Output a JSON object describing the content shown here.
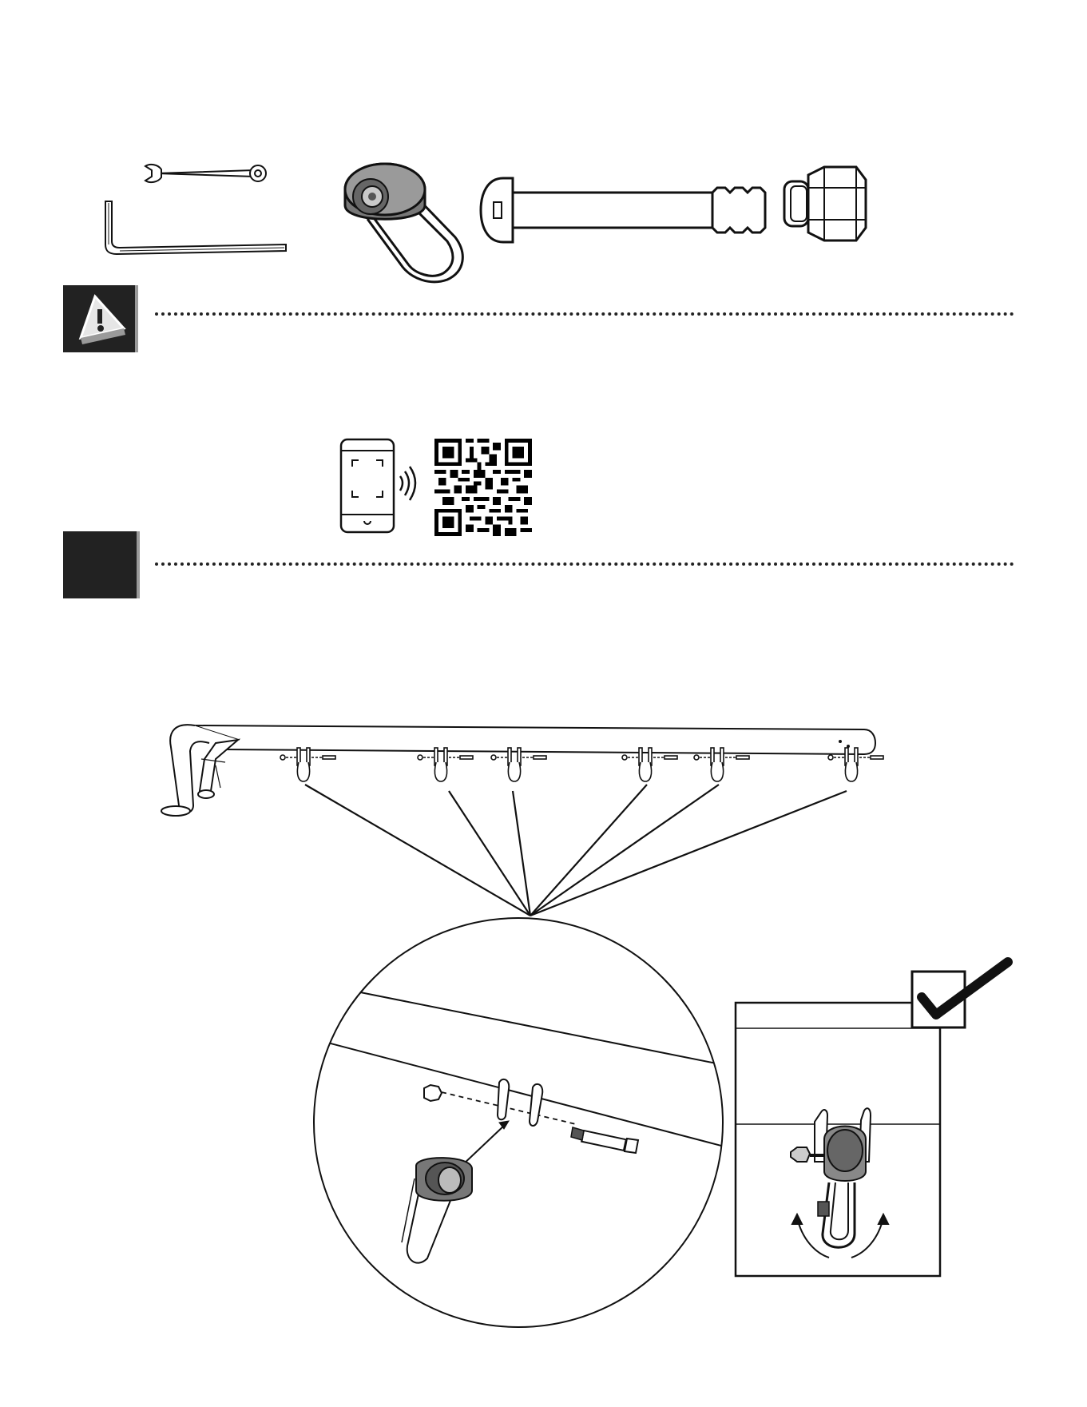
{
  "page": {
    "background": "#ffffff",
    "ink_color": "#111111",
    "badge_color": "#222222"
  },
  "parts_row": {
    "items": [
      "wrench-icon",
      "hex-key-icon",
      "swing-hanger-icon",
      "bolt-icon",
      "lock-nut-icon"
    ]
  },
  "warning_section": {
    "icon": "warning-triangle-icon"
  },
  "qr_section": {
    "icons": [
      "smartphone-scan-icon",
      "qr-code-icon"
    ]
  },
  "step_section": {
    "icon": "step-badge-blank"
  },
  "assembly": {
    "hanger_count": 6,
    "icons": [
      "swing-beam-diagram",
      "detail-circle",
      "correct-check-icon",
      "rotation-arrows-icon"
    ]
  }
}
